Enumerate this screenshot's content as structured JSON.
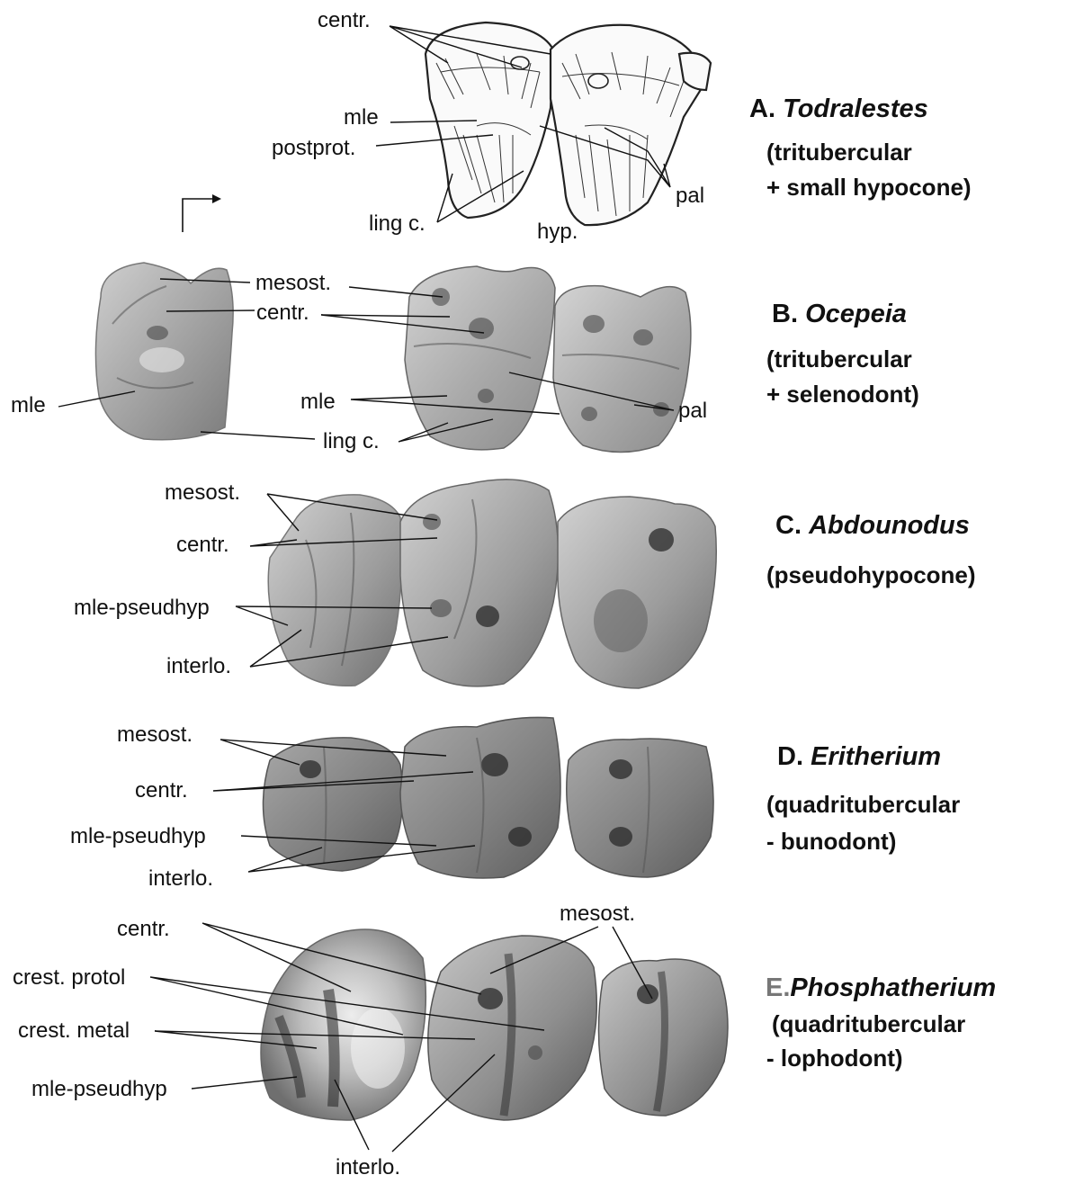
{
  "panels": [
    {
      "id": "A",
      "title_letter": "A.",
      "title_genus": "Todralestes",
      "subtitle_lines": [
        "(tritubercular",
        "+ small hypocone)"
      ],
      "labels": {
        "centr": "centr.",
        "mle": "mle",
        "postprot": "postprot.",
        "ling_c": "ling c.",
        "hyp": "hyp.",
        "pal": "pal"
      }
    },
    {
      "id": "B",
      "title_letter": "B.",
      "title_genus": "Ocepeia",
      "subtitle_lines": [
        "(tritubercular",
        "+ selenodont)"
      ],
      "labels": {
        "mesost": "mesost.",
        "centr": "centr.",
        "mle_left": "mle",
        "mle_right": "mle",
        "ling_c": "ling c.",
        "pal": "pal"
      }
    },
    {
      "id": "C",
      "title_letter": "C.",
      "title_genus": "Abdounodus",
      "subtitle_lines": [
        "(pseudohypocone)"
      ],
      "labels": {
        "mesost": "mesost.",
        "centr": "centr.",
        "mle_pseudhyp": "mle-pseudhyp",
        "interlo": "interlo."
      }
    },
    {
      "id": "D",
      "title_letter": "D.",
      "title_genus": "Eritherium",
      "subtitle_lines": [
        "(quadritubercular",
        "- bunodont)"
      ],
      "labels": {
        "mesost": "mesost.",
        "centr": "centr.",
        "mle_pseudhyp": "mle-pseudhyp",
        "interlo": "interlo."
      }
    },
    {
      "id": "E",
      "title_letter": "E.",
      "title_genus": "Phosphatherium",
      "subtitle_lines": [
        "(quadritubercular",
        "- lophodont)"
      ],
      "labels": {
        "centr": "centr.",
        "mesost": "mesost.",
        "crest_protol": "crest. protol",
        "crest_metal": "crest. metal",
        "mle_pseudhyp": "mle-pseudhyp",
        "interlo": "interlo."
      }
    }
  ],
  "icons": {
    "orientation_arrow": "orientation-arrow-icon"
  }
}
